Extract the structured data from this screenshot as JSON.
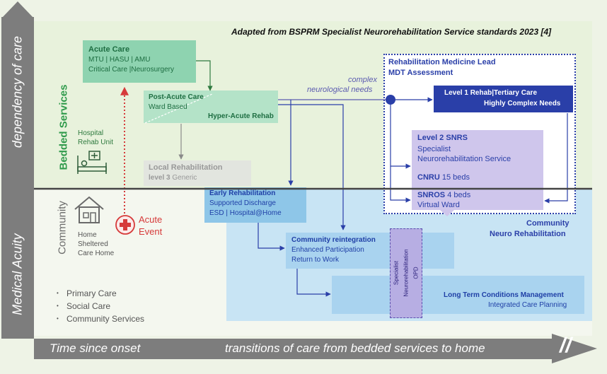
{
  "header": {
    "citation": "Adapted from BSPRM Specialist Neurorehabilitation Service standards 2023 [4]"
  },
  "axes": {
    "y_top": "dependency of care",
    "y_bottom": "Medical Acuity",
    "x_left": "Time since onset",
    "x_right": "transitions of care from bedded services to home",
    "x_break": "//"
  },
  "zones": {
    "bedded": "Bedded Services",
    "community": "Community"
  },
  "hospital_unit": {
    "line1": "Hospital",
    "line2": "Rehab Unit"
  },
  "home": {
    "line1": "Home",
    "line2": "Sheltered",
    "line3": "Care Home"
  },
  "acute_event": {
    "line1": "Acute",
    "line2": "Event"
  },
  "acute_care": {
    "title": "Acute Care",
    "line1": "MTU | HASU | AMU",
    "line2": "Critical Care |Neurosurgery"
  },
  "post_acute": {
    "title": "Post-Acute Care",
    "line1": "Ward Based",
    "hyper": "Hyper-Acute Rehab"
  },
  "complex_needs": {
    "line1": "complex",
    "line2": "neurological needs"
  },
  "lead": {
    "line1": "Rehabilitation Medicine Lead",
    "line2": "MDT Assessment"
  },
  "level1": {
    "line1": "Level 1 Rehab|Tertiary Care",
    "line2": "Highly Complex Needs"
  },
  "level2": {
    "title": "Level 2 SNRS",
    "line1": "Specialist",
    "line2": "Neurorehabilitation Service",
    "cnru_label": "CNRU",
    "cnru_value": "15 beds",
    "snros_label": "SNROS",
    "snros_value": "4 beds",
    "virtual": "Virtual Ward"
  },
  "local_rehab": {
    "line1": "Local Rehabilitation",
    "line2": "level 3",
    "generic": "Generic"
  },
  "early_rehab": {
    "title": "Early Rehabilitation",
    "line1": "Supported Discharge",
    "line2": "ESD | Hospital@Home"
  },
  "community_neuro": {
    "line1": "Community",
    "line2": "Neuro Rehabilitation"
  },
  "reintegration": {
    "title": "Community reintegration",
    "line1": "Enhanced Participation",
    "line2": "Return to Work"
  },
  "opd": {
    "line1": "Specialist",
    "line2": "Neurorehabilitation",
    "line3": "OPD"
  },
  "ltc": {
    "title": "Long Term Conditions  Management",
    "line1": "Integrated Care Planning"
  },
  "care_list": [
    "Primary Care",
    "Social Care",
    "Community Services"
  ],
  "colors": {
    "axis_grey": "#7d7d7d",
    "green_box": "#8ed3b0",
    "green_text": "#1e6e42",
    "blue_dark": "#2a3fa8",
    "blue_light": "#bfe0f4",
    "purple_light": "#cfc6ec",
    "red": "#d63a3a"
  }
}
